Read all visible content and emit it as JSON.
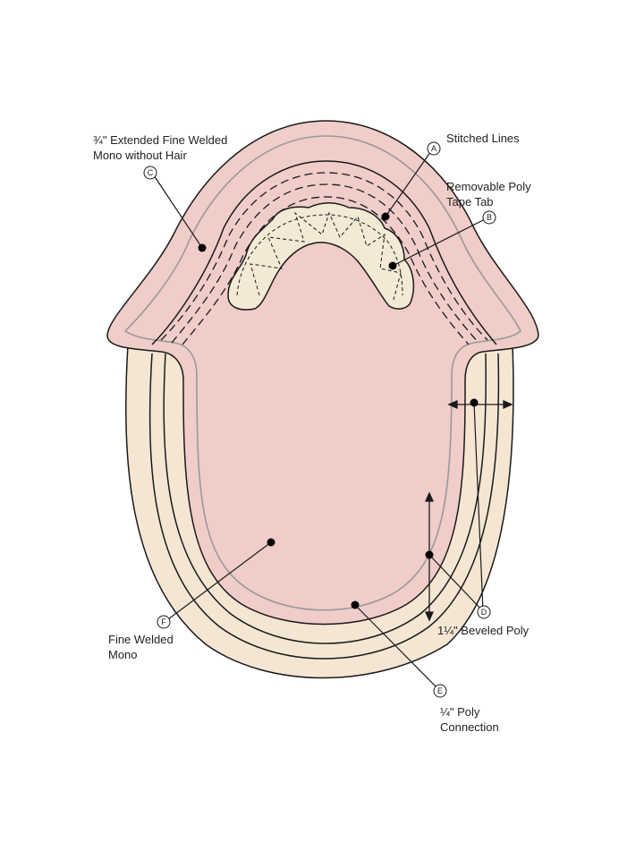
{
  "diagram": {
    "colors": {
      "pink": "#f0cdc9",
      "pink_inner": "#efd3cf",
      "cream": "#f4e6d3",
      "tab_cream": "#f3ead6",
      "outline": "#1a1a1a",
      "gray_line": "#999999"
    },
    "labels": {
      "c_line1": "¾\" Extended Fine Welded",
      "c_line2": "Mono without Hair",
      "a": "Stitched Lines",
      "b_line1": "Removable Poly",
      "b_line2": "Tape Tab",
      "d": "1¼\" Beveled Poly",
      "f_line1": "Fine Welded",
      "f_line2": "Mono",
      "e_line1": "¼\" Poly",
      "e_line2": "Connection"
    },
    "markers": {
      "a": "A",
      "b": "B",
      "c": "C",
      "d": "D",
      "e": "E",
      "f": "F"
    }
  }
}
